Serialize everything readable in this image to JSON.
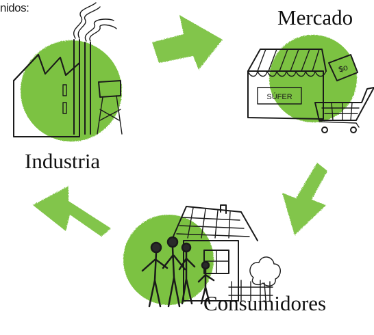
{
  "intro_text": "nidos:",
  "nodes": {
    "mercado": {
      "label": "Mercado",
      "sign_text": "SÚFER",
      "price_tag": "$o"
    },
    "industria": {
      "label": "Industria"
    },
    "consumidores": {
      "label": "Consumidores"
    }
  },
  "colors": {
    "accent_green": "#7cc242",
    "sketch_ink": "#1a1a1a"
  }
}
